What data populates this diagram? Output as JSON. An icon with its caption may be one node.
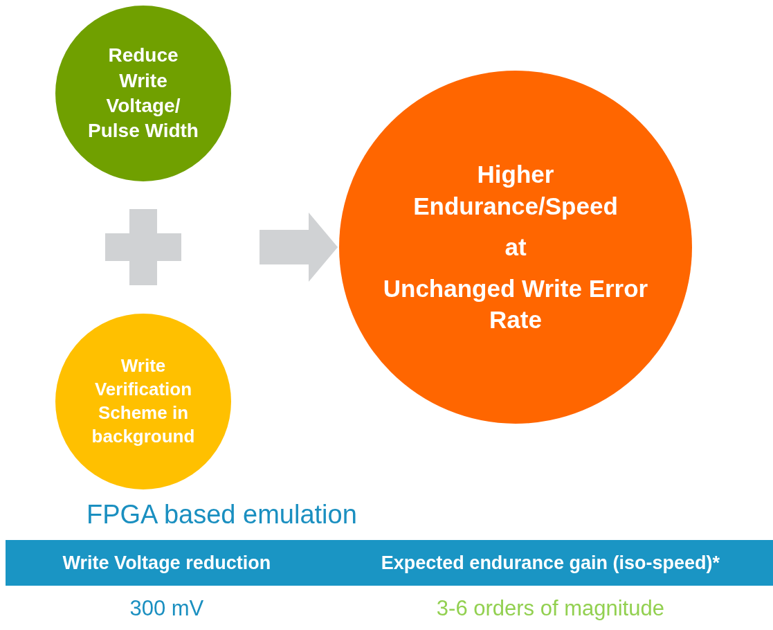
{
  "diagram": {
    "nodes": [
      {
        "text": [
          "Reduce Write Voltage/ Pulse Width"
        ]
      },
      {
        "text": [
          "Write Verification Scheme in background"
        ]
      },
      {
        "text": [
          "Higher Endurance/Speed",
          "at",
          "Unchanged Write Error Rate"
        ]
      }
    ],
    "edges": [
      {
        "from": null,
        "to": 2,
        "arrow": "to"
      }
    ],
    "labels": [
      "FPGA based emulation",
      "Write Voltage reduction",
      "Expected endurance gain (iso-speed)*",
      "300 mV",
      "3-6 orders of magnitude"
    ]
  }
}
